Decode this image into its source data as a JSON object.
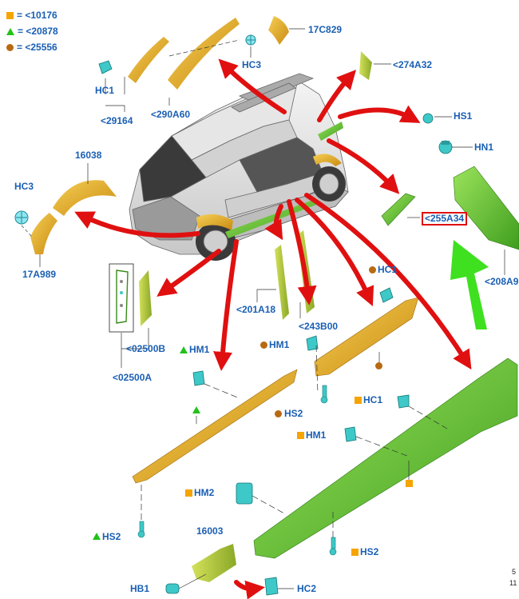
{
  "legend": {
    "items": [
      {
        "symbol": "square",
        "color": "#f5a400",
        "text": "= <10176"
      },
      {
        "symbol": "triangle",
        "color": "#22c21a",
        "text": "= <20878"
      },
      {
        "symbol": "circle",
        "color": "#b86a12",
        "text": "= <25556"
      }
    ]
  },
  "callouts": {
    "c_17C829": "17C829",
    "c_HC3_top": "HC3",
    "c_274A32": "<274A32",
    "c_HC1_left": "HC1",
    "c_29164": "<29164",
    "c_290A60": "<290A60",
    "c_HS1": "HS1",
    "c_HN1": "HN1",
    "c_16038": "16038",
    "c_HC3_left": "HC3",
    "c_17A989": "17A989",
    "c_255A34": "<255A34",
    "c_208A9": "<208A9",
    "c_HC1_mid": "HC1",
    "c_201A18": "<201A18",
    "c_243B00": "<243B00",
    "c_02500B": "<02500B",
    "c_02500A": "<02500A",
    "c_HM1_left": "HM1",
    "c_HM1_mid": "HM1",
    "c_HS2_mid": "HS2",
    "c_HC1_right": "HC1",
    "c_HM1_right": "HM1",
    "c_HM2": "HM2",
    "c_HS2_left": "HS2",
    "c_16003": "16003",
    "c_HS2_right": "HS2",
    "c_HB1": "HB1",
    "c_HC2": "HC2"
  },
  "corner_note": {
    "line1": "5",
    "line2": "11"
  },
  "colors": {
    "label_blue": "#1a5fb4",
    "arrow_red": "#e01010",
    "arrow_green": "#3ee020",
    "part_orange": "#e0a820",
    "part_green": "#6cc23a",
    "part_lime": "#a8c83a",
    "clip_cyan": "#3ec8c8",
    "legend_square": "#f5a400",
    "legend_triangle": "#22c21a",
    "legend_circle": "#b86a12",
    "highlight_box": "#e01010"
  }
}
